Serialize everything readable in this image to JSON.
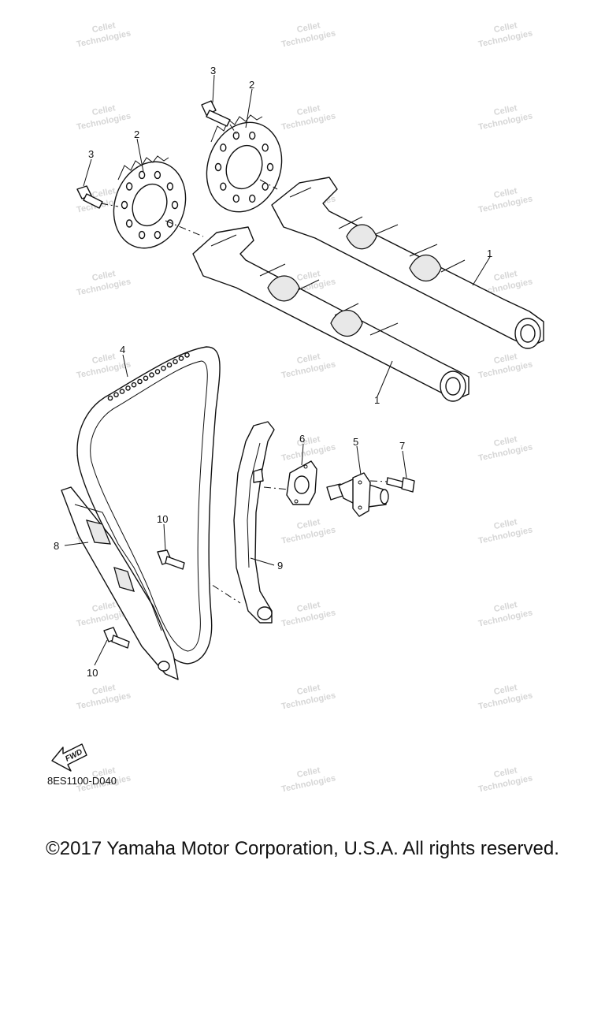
{
  "watermark": {
    "line1": "Cellet",
    "line2": "Technologies",
    "color": "#d6d6d6"
  },
  "callouts": {
    "c1_top": "1",
    "c1_bottom": "1",
    "c2_left": "2",
    "c2_right": "2",
    "c3_left": "3",
    "c3_right": "3",
    "c4": "4",
    "c5": "5",
    "c6": "6",
    "c7": "7",
    "c8": "8",
    "c9": "9",
    "c10_top": "10",
    "c10_bottom": "10"
  },
  "fwd_label": "FWD",
  "diagram_code": "8ES1100-D040",
  "copyright": "©2017 Yamaha Motor Corporation, U.S.A. All rights reserved."
}
